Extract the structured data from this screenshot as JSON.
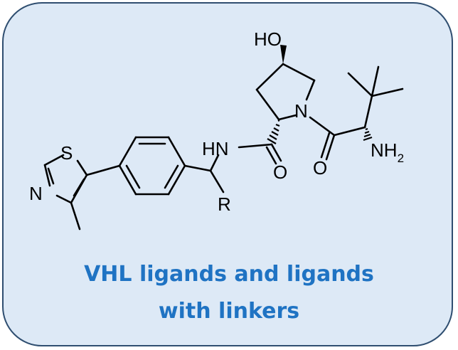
{
  "atoms": {
    "hydroxyl": "HO",
    "pyrrolidine_n": "N",
    "amide_nh": "HN",
    "amide_o": "O",
    "ketone_o": "O",
    "amine": "NH",
    "amine_subscript": "2",
    "r_group": "R",
    "thiazole_s": "S",
    "thiazole_n": "N"
  },
  "caption": {
    "line1": "VHL ligands and ligands",
    "line2": "with linkers"
  },
  "colors": {
    "background": "#dde9f6",
    "border": "#2f4e70",
    "caption": "#1f73c3",
    "structure": "#000000"
  }
}
